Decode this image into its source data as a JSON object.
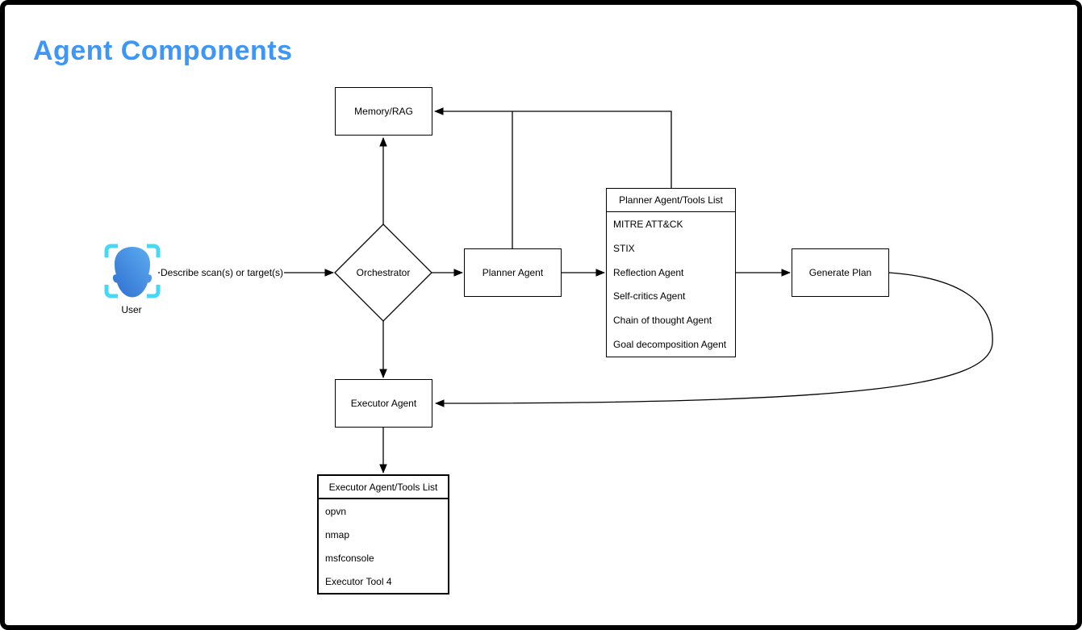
{
  "page": {
    "title": "Agent Components"
  },
  "theme": {
    "title_color": "#3E96F7",
    "line_color": "#000000",
    "box_background": "#FFFFFF",
    "scan_bracket_color": "#45D8F8",
    "head_gradient_light": "#5EAEF2",
    "head_gradient_dark": "#2E6ECF"
  },
  "diagram": {
    "user": {
      "label": "User"
    },
    "edge_user_to_orchestrator": {
      "label": "Describe scan(s) or target(s)"
    },
    "memory": {
      "label": "Memory/RAG"
    },
    "orchestrator": {
      "label": "Orchestrator"
    },
    "planner": {
      "label": "Planner Agent"
    },
    "planner_tools": {
      "header": "Planner Agent/Tools List",
      "items": [
        "MITRE ATT&CK",
        "STIX",
        "Reflection Agent",
        "Self-critics Agent",
        "Chain of thought Agent",
        "Goal decomposition Agent"
      ]
    },
    "generate_plan": {
      "label": "Generate Plan"
    },
    "executor": {
      "label": "Executor Agent"
    },
    "executor_tools": {
      "header": "Executor Agent/Tools List",
      "items": [
        "opvn",
        "nmap",
        "msfconsole",
        "Executor Tool 4"
      ]
    }
  }
}
